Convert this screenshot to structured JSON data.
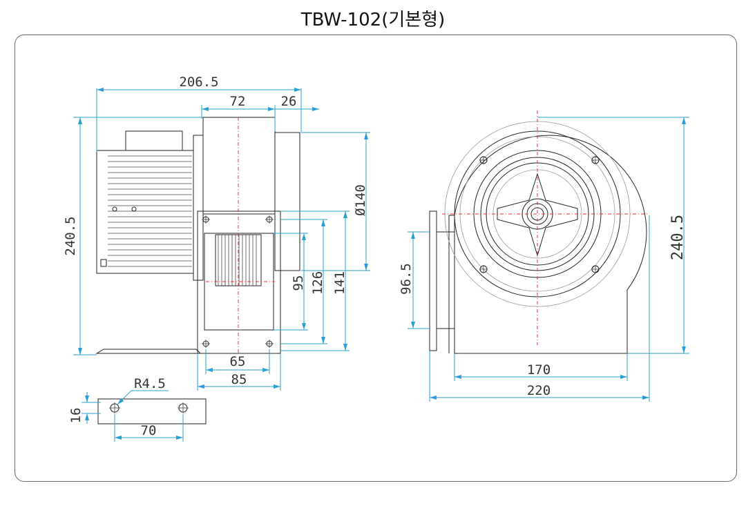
{
  "title": "TBW-102(기본형)",
  "accent_color": "#2a9fd6",
  "centerline_color": "#e0303a",
  "dimensions": {
    "side_total_width": "206.5",
    "side_flange_width": "72",
    "side_outlet_depth": "26",
    "side_height": "240.5",
    "outlet_diameter": "Ø140",
    "outlet_95": "95",
    "outlet_126": "126",
    "outlet_141": "141",
    "base_65": "65",
    "base_85": "85",
    "slot_radius": "R4.5",
    "slot_height": "16",
    "slot_pitch": "70",
    "front_height": "240.5",
    "front_flange_height": "96.5",
    "front_base_170": "170",
    "front_width_220": "220"
  }
}
